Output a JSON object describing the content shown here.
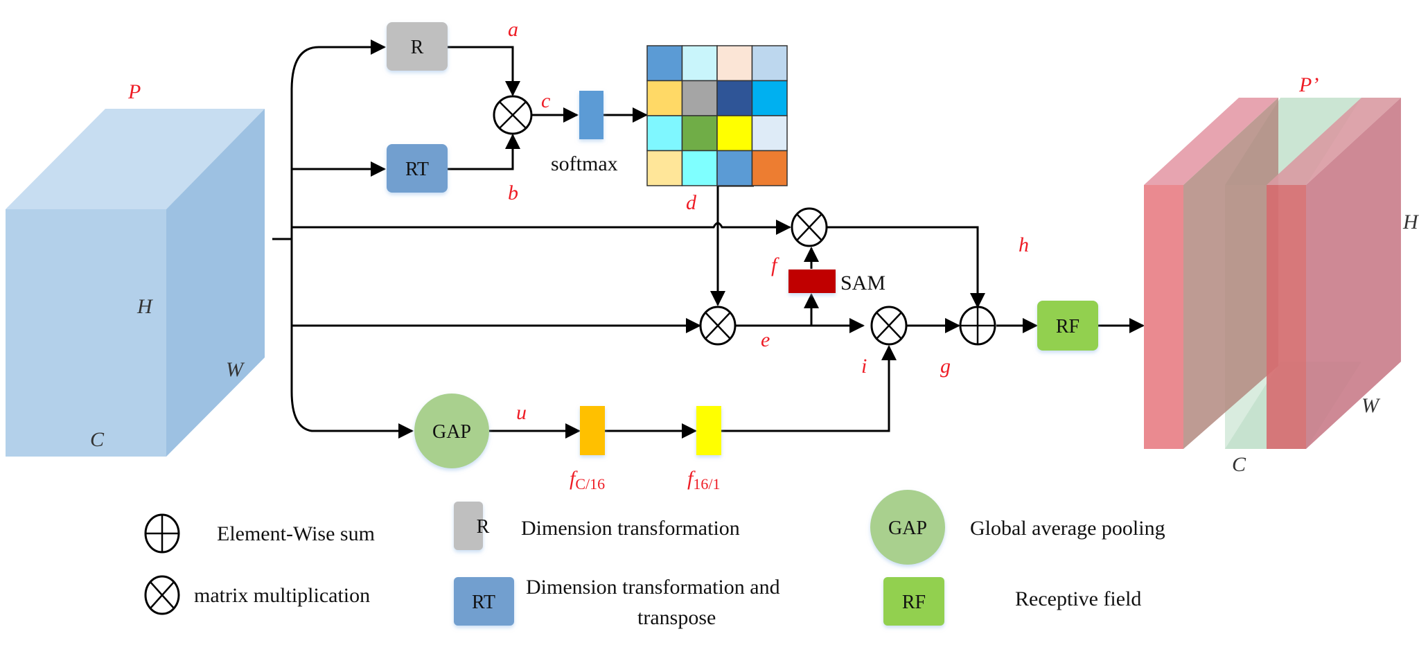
{
  "diagram": {
    "input_tensor": {
      "label": "P",
      "dims": {
        "h": "H",
        "w": "W",
        "c": "C"
      },
      "colors": {
        "front": "#b3d0ea",
        "top": "#c7ddf1",
        "side": "#9dc1e2"
      }
    },
    "output_tensor": {
      "label": "P’",
      "dims": {
        "h": "H",
        "w": "W",
        "c": "C"
      },
      "colors": {
        "red": "#e8808a",
        "green": "#b9dcc4"
      }
    },
    "blocks": {
      "r": {
        "text": "R",
        "color": "#bfbfbf"
      },
      "rt": {
        "text": "RT",
        "color": "#729fcf"
      },
      "softmax": {
        "text": "softmax",
        "color": "#5b9bd5"
      },
      "sam": {
        "text": "SAM",
        "color": "#c00000"
      },
      "gap": {
        "text": "GAP",
        "color": "#a9d08e"
      },
      "fc1": {
        "color": "#ffc000"
      },
      "fc2": {
        "color": "#ffff00"
      },
      "rf": {
        "text": "RF",
        "color": "#92d050"
      }
    },
    "matrix_colors": [
      [
        "#5b9bd5",
        "#c9f5fb",
        "#fbe5d6",
        "#bdd7ee"
      ],
      [
        "#ffd966",
        "#a5a5a5",
        "#2f5597",
        "#00b0f0"
      ],
      [
        "#7ff7ff",
        "#70ad47",
        "#ffff00",
        "#deebf7"
      ],
      [
        "#ffe699",
        "#7fffff",
        "#5b9bd5",
        "#ed7d31"
      ]
    ],
    "flow_labels": {
      "a": "a",
      "b": "b",
      "c": "c",
      "d": "d",
      "e": "e",
      "f": "f",
      "g": "g",
      "h": "h",
      "i": "i",
      "u": "u",
      "fc1_main": "f",
      "fc1_sub": "C/16",
      "fc2_main": "f",
      "fc2_sub": "16/1"
    },
    "accent_label_color": "#ee1c25"
  },
  "legend": {
    "items": [
      {
        "symbol": "oplus",
        "text": "Element-Wise sum"
      },
      {
        "symbol": "otimes",
        "text": "matrix multiplication"
      },
      {
        "symbol_text": "R",
        "text": "Dimension transformation"
      },
      {
        "symbol_text": "RT",
        "text_line1": "Dimension transformation and",
        "text_line2": "transpose"
      },
      {
        "symbol_text": "GAP",
        "text": "Global average pooling"
      },
      {
        "symbol_text": "RF",
        "text": "Receptive field"
      }
    ]
  }
}
